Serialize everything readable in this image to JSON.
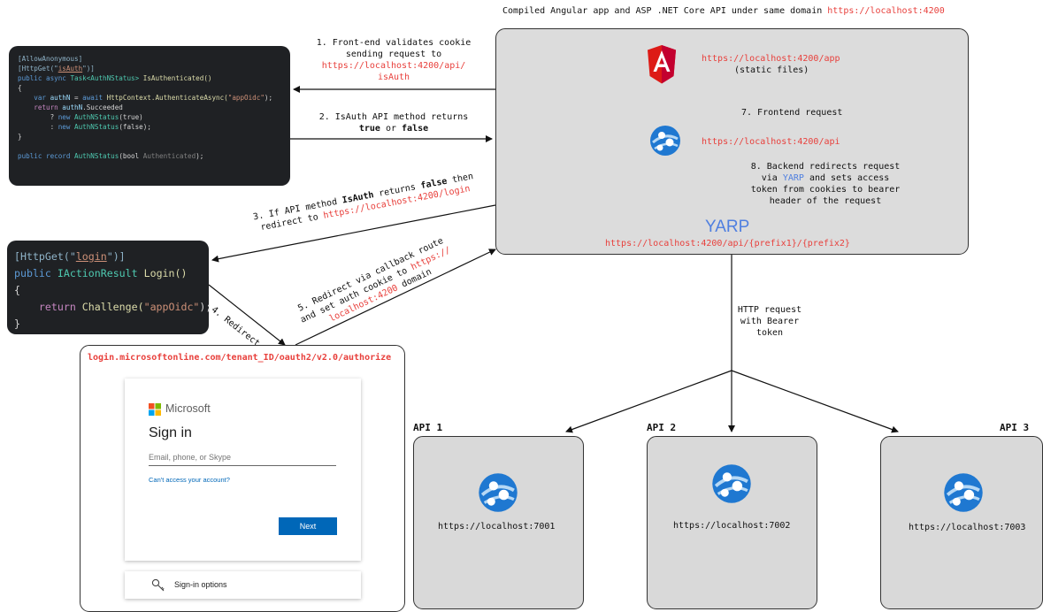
{
  "top_caption": {
    "prefix": "Compiled Angular app and ASP .NET Core API under same domain ",
    "url": "https://localhost:4200"
  },
  "code_isauth": {
    "l1": "[AllowAnonymous]",
    "l2_pre": "[HttpGet(\"",
    "l2_link": "isAuth",
    "l2_post": "\")]",
    "l3_kw": "public async ",
    "l3_type": "Task<AuthNStatus>",
    "l3_name": " IsAuthenticated()",
    "l4": "{",
    "l5_kw": "    var ",
    "l5_var": "authN",
    "l5_mid": " = ",
    "l5_await": "await ",
    "l5_call": "HttpContext.AuthenticateAsync(",
    "l5_str": "\"appOidc\"",
    "l5_end": ");",
    "l6_kw": "    return ",
    "l6_var": "authN",
    "l6_end": ".Succeeded",
    "l7_pre": "        ? ",
    "l7_new": "new ",
    "l7_type": "AuthNStatus",
    "l7_arg": "(true)",
    "l8_pre": "        : ",
    "l8_new": "new ",
    "l8_type": "AuthNStatus",
    "l8_arg": "(false);",
    "l9": "}",
    "l10_kw": "public record ",
    "l10_type": "AuthNStatus",
    "l10_arg": "(bool ",
    "l10_param": "Authenticated",
    "l10_end": ");"
  },
  "code_login": {
    "l1_pre": "[HttpGet(\"",
    "l1_link": "login",
    "l1_post": "\")]",
    "l2_kw": "public ",
    "l2_type": "IActionResult",
    "l2_name": " Login()",
    "l3": "{",
    "l4_kw": "    return ",
    "l4_call": "Challenge(",
    "l4_str": "\"appOidc\"",
    "l4_end": ");",
    "l5": "}"
  },
  "steps": {
    "s1_line1": "1. Front-end validates cookie",
    "s1_line2": "sending request to",
    "s1_url1": "https://localhost:4200/api/",
    "s1_url2": "isAuth",
    "s2_line1": "2. IsAuth API method returns",
    "s2_true": "true",
    "s2_or": " or ",
    "s2_false": "false",
    "s3_a": "3. If API method ",
    "s3_b": "IsAuth",
    "s3_c": " returns ",
    "s3_d": "false",
    "s3_e": " then",
    "s3_f": "redirect to ",
    "s3_url": "https://localhost:4200/login",
    "s4": "4. Redirect",
    "s5_line1": "5. Redirect via callback route",
    "s5_line2": "and set auth cookie to ",
    "s5_url1": "https://",
    "s5_url2": "localhost:4200",
    "s5_line3": " domain",
    "s7": "7. Frontend request",
    "s8_line1": "8. Backend redirects request",
    "s8_via": "via ",
    "s8_yarp": "YARP",
    "s8_rest": " and sets access",
    "s8_line3": "token from cookies to bearer",
    "s8_line4": "header of the request",
    "http_line1": "HTTP request",
    "http_line2": "with Bearer",
    "http_line3": "token"
  },
  "server": {
    "app_url": "https://localhost:4200/app",
    "app_sub": "(static files)",
    "api_url": "https://localhost:4200/api",
    "yarp_title": "YARP",
    "yarp_url": "https://localhost:4200/api/{prefix1}/{prefix2}"
  },
  "apis": [
    {
      "title": "API 1",
      "url": "https://localhost:7001"
    },
    {
      "title": "API 2",
      "url": "https://localhost:7002"
    },
    {
      "title": "API 3",
      "url": "https://localhost:7003"
    }
  ],
  "login": {
    "url": "login.microsoftonline.com/tenant_ID/oauth2/v2.0/authorize",
    "brand": "Microsoft",
    "heading": "Sign in",
    "input_placeholder": "Email, phone, or Skype",
    "cant_access": "Can't access your account?",
    "next_label": "Next",
    "signin_options": "Sign-in options"
  },
  "colors": {
    "url_red": "#e8403c",
    "yarp_blue": "#4f7fe0",
    "angular_red": "#dd1b16",
    "azure_blue": "#1f78d1",
    "ms_button": "#0067b8"
  },
  "icons": [
    "angular-logo-icon",
    "azure-app-service-icon",
    "microsoft-logo-icon",
    "key-icon"
  ]
}
